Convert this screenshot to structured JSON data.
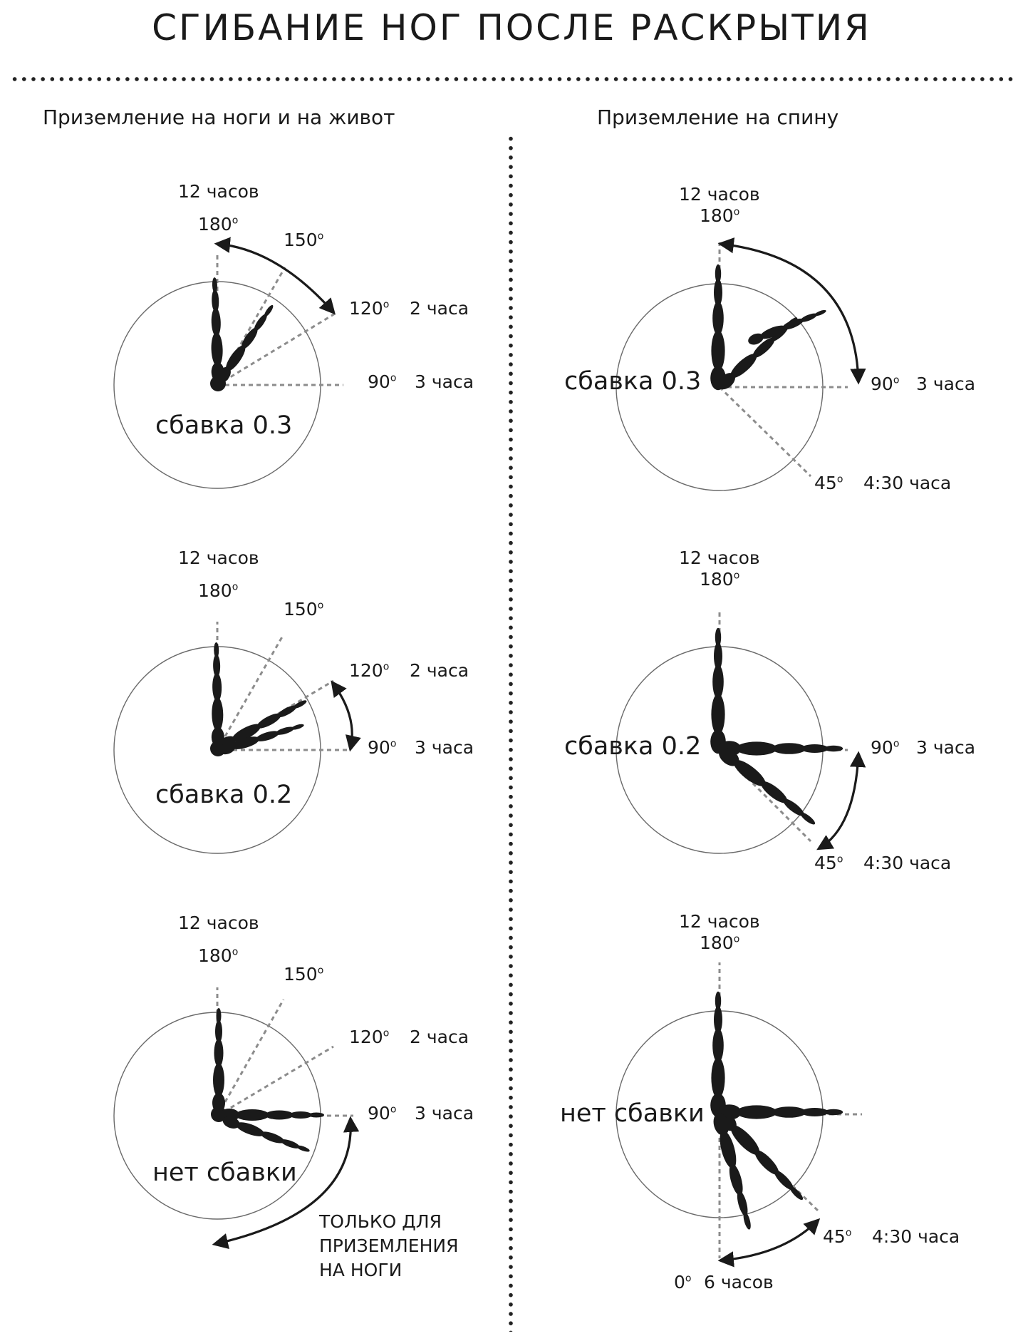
{
  "title": "СГИБАНИЕ НОГ ПОСЛЕ РАСКРЫТИЯ",
  "left_heading": "Приземление на ноги и на живот",
  "right_heading": "Приземление на спину",
  "labels": {
    "h12": "12 часов",
    "d180": "180",
    "d150": "150",
    "d120": "120",
    "h2": "2 часа",
    "d90": "90",
    "h3": "3 часа",
    "d45": "45",
    "h430": "4:30 часа",
    "d0": "0",
    "h6": "6 часов",
    "deg": "o"
  },
  "deductions": {
    "d03": "сбавка 0.3",
    "d02": "сбавка 0.2",
    "none": "нет сбавки"
  },
  "note": [
    "ТОЛЬКО ДЛЯ",
    "ПРИЗЕМЛЕНИЯ",
    "НА НОГИ"
  ],
  "colors": {
    "ink": "#1a1a1a",
    "guide": "#8c8c8c",
    "circle": "#6a6a6a"
  }
}
